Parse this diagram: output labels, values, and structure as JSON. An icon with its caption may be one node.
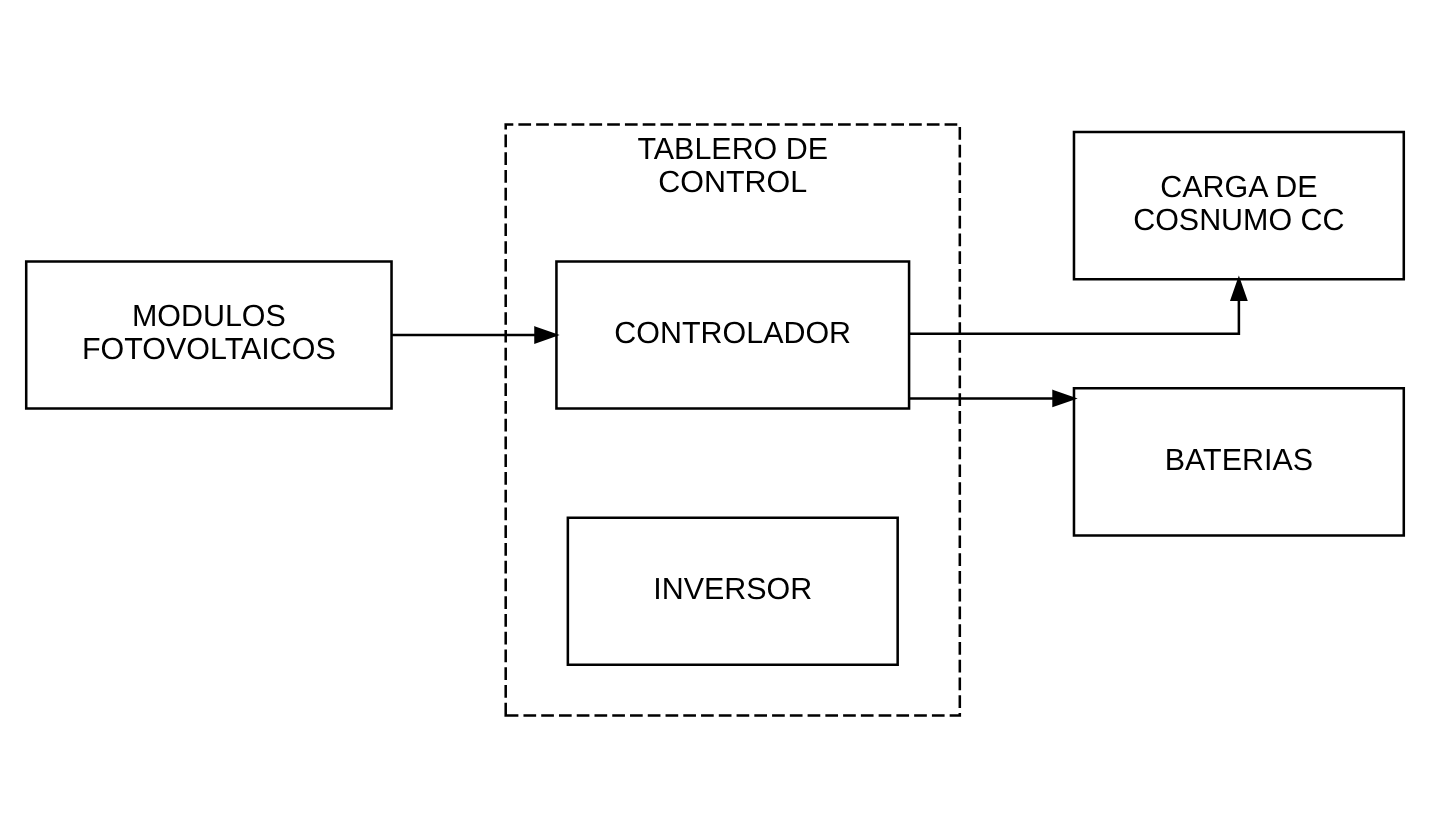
{
  "diagram": {
    "nodes": [
      {
        "text": [
          "TABLERO DE CONTROL"
        ]
      },
      {
        "text": [
          "MODULOS FOTOVOLTAICOS"
        ]
      },
      {
        "text": [
          "CONTROLADOR"
        ],
        "in": 0
      },
      {
        "text": [
          "INVERSOR"
        ],
        "in": 0
      },
      {
        "text": [
          "CARGA DE COSNUMO CC"
        ]
      },
      {
        "text": [
          "BATERIAS"
        ]
      }
    ],
    "edges": [
      {
        "from": 1,
        "to": 2,
        "arrow": "to"
      },
      {
        "from": 2,
        "to": 5,
        "arrow": "to"
      },
      {
        "from": 2,
        "to": 4,
        "arrow": "to"
      }
    ]
  }
}
